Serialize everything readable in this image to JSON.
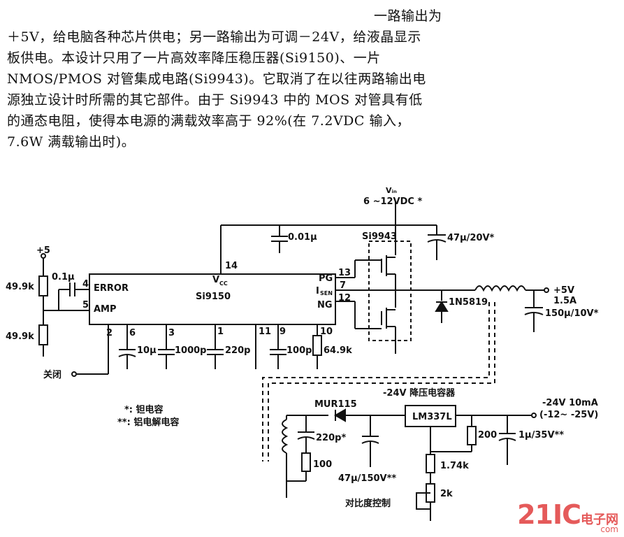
{
  "paragraph": [
    "一路输出为",
    "＋5V，给电脑各种芯片供电；另一路输出为可调－24V，给液晶显示",
    "板供电。本设计只用了一片高效率降压稳压器(Si9150)、一片",
    "NMOS/PMOS 对管集成电路(Si9943)。它取消了在以往两路输出电",
    "源独立设计时所需的其它部件。由于 Si9943 中的 MOS 对管具有低",
    "的通态电阻，使得本电源的满载效率高于 92%(在 7.2VDC 输入，",
    "7.6W 满载输出时)。"
  ],
  "schematic": {
    "vin_label": "Vᵢₙ",
    "vin_range": "6 ~12VDC *",
    "cap_top1": "0.01μ",
    "mosfet_label": "Si9943",
    "cap_in": "47μ/20V*",
    "plus5_left": "+5",
    "res_top": "49.9k",
    "res_bot": "49.9k",
    "cap_err": "0.1μ",
    "pin4": "4",
    "pin5": "5",
    "error_label": "ERROR",
    "amp_label": "AMP",
    "pin14": "14",
    "vcc_label": "V",
    "vcc_sub": "CC",
    "ic_label": "Si9150",
    "pg_label": "PG",
    "isen_label": "I",
    "isen_sub": "SEN",
    "ng_label": "NG",
    "pin13": "13",
    "pin7": "7",
    "pin12": "12",
    "pin2": "2",
    "pin6": "6",
    "pin3": "3",
    "pin1": "1",
    "pin11": "11",
    "pin9": "9",
    "pin10": "10",
    "c10u": "10μ",
    "c1000p": "1000p",
    "c220p": "220p",
    "c100p": "100p",
    "r649k": "64.9k",
    "diode_label": "1N5819",
    "out5_label": "+5V",
    "out5_cur": "1.5A",
    "cap_out5": "150μ/10V*",
    "shutdown_label": "关闭",
    "note1": "*:  钽电容",
    "note2": "**:  铝电解电容",
    "boost_label": "-24V 降压电容器",
    "mur_label": "MUR115",
    "lm_label": "LM337L",
    "out24_label": "-24V   10mA",
    "out24_range": "(-12~ -25V)",
    "c220p_b": "220p*",
    "r100": "100",
    "c47u150": "47μ/150V**",
    "r200": "200",
    "c1u35": "1μ/35V**",
    "r174k": "1.74k",
    "r2k": "2k",
    "contrast_label": "对比度控制"
  },
  "watermark": {
    "brand": "21IC",
    "cn": "电子网",
    "url": "com"
  }
}
